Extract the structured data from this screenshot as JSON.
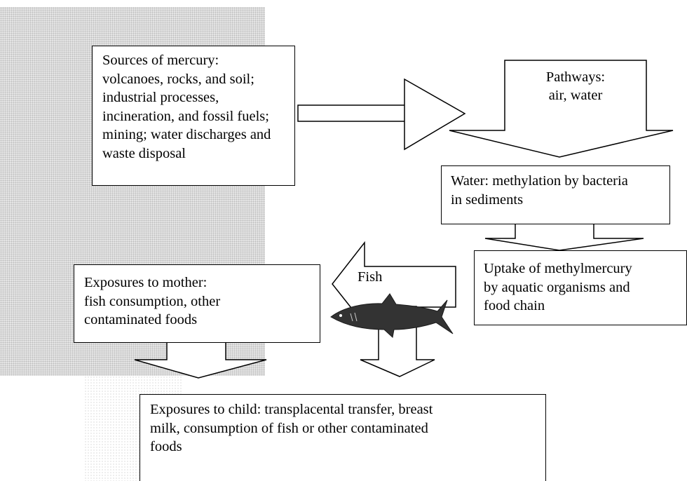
{
  "diagram": {
    "sources": {
      "lines": [
        "Sources of mercury:",
        "volcanoes, rocks, and soil;",
        "industrial processes,",
        "incineration, and fossil fuels;",
        "mining; water discharges and",
        "waste disposal"
      ]
    },
    "pathways": {
      "lines": [
        "Pathways:",
        "air, water"
      ]
    },
    "water": {
      "lines": [
        "Water: methylation by bacteria",
        "in sediments"
      ]
    },
    "uptake": {
      "lines": [
        "Uptake of methylmercury",
        "by aquatic organisms and",
        "food chain"
      ]
    },
    "fish_label": "Fish",
    "mother": {
      "lines": [
        "Exposures to mother:",
        "fish consumption, other",
        "contaminated foods"
      ]
    },
    "child": {
      "lines": [
        "Exposures to child: transplacental transfer, breast",
        "milk, consumption of fish or other contaminated",
        "foods"
      ]
    },
    "colors": {
      "line": "#000000",
      "fish_body": "#333333",
      "shading": "#e6e6e6"
    },
    "icons": [
      "fish-icon"
    ]
  }
}
